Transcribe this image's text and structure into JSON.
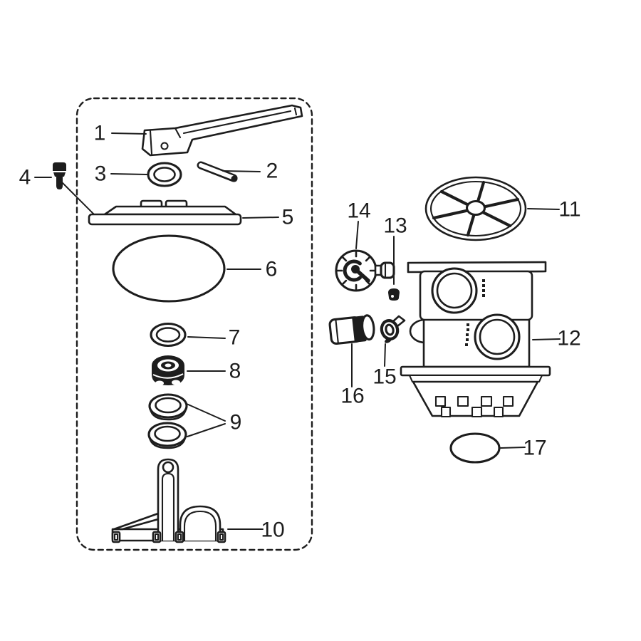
{
  "diagram": {
    "background_color": "#ffffff",
    "line_color": "#1d1d1d",
    "description": "Exploded parts diagram of a multiport valve assembly with numbered callouts 1-17; parts 1-10 grouped inside a dashed rounded rectangle"
  },
  "parts": [
    {
      "label": "1",
      "name": "handle"
    },
    {
      "label": "2",
      "name": "handle-pin"
    },
    {
      "label": "3",
      "name": "handle-washer"
    },
    {
      "label": "4",
      "name": "cover-screw"
    },
    {
      "label": "5",
      "name": "valve-cover"
    },
    {
      "label": "6",
      "name": "cover-o-ring"
    },
    {
      "label": "7",
      "name": "top-washer"
    },
    {
      "label": "8",
      "name": "shaft-seal"
    },
    {
      "label": "9",
      "name": "piston-o-rings"
    },
    {
      "label": "10",
      "name": "diverter-rotor"
    },
    {
      "label": "11",
      "name": "spider-gasket"
    },
    {
      "label": "12",
      "name": "valve-body"
    },
    {
      "label": "13",
      "name": "gauge-nut"
    },
    {
      "label": "14",
      "name": "pressure-gauge"
    },
    {
      "label": "15",
      "name": "sight-glass-gasket"
    },
    {
      "label": "16",
      "name": "sight-glass"
    },
    {
      "label": "17",
      "name": "tank-o-ring"
    }
  ]
}
